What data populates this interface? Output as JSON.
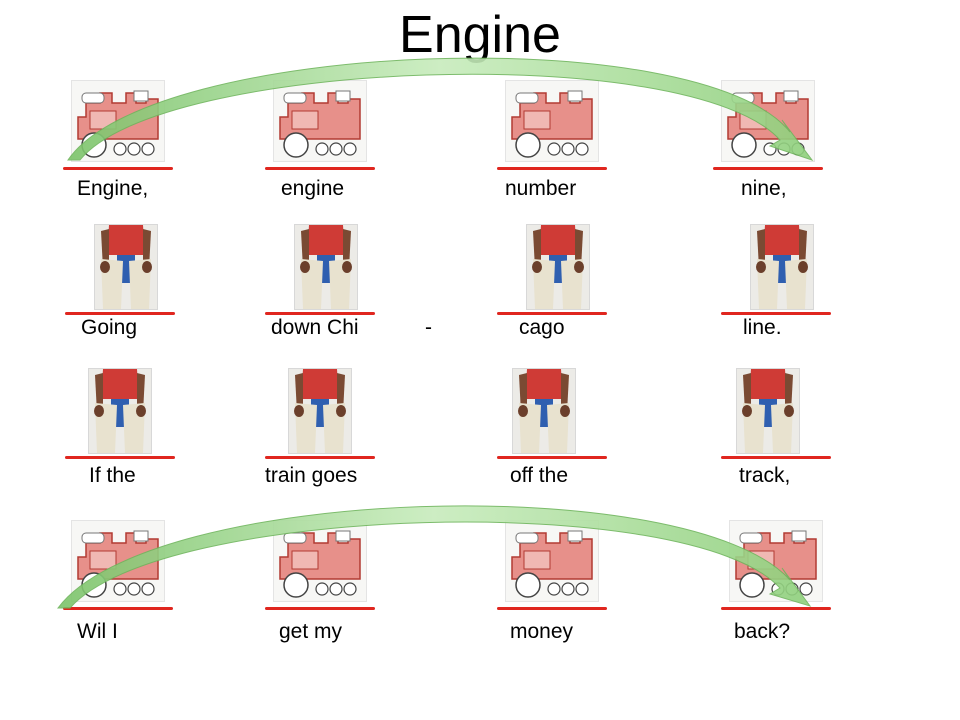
{
  "title": "Engine",
  "rows": [
    {
      "picture": "train",
      "words": [
        "Engine,",
        "engine",
        "number",
        "nine,"
      ],
      "extra": ""
    },
    {
      "picture": "seated-child",
      "words": [
        "Going",
        "down Chi",
        "cago",
        "line."
      ],
      "extra": "-"
    },
    {
      "picture": "seated-child",
      "words": [
        "If the",
        "train goes",
        "off the",
        "track,"
      ],
      "extra": ""
    },
    {
      "picture": "train",
      "words": [
        "Wil I",
        "get my",
        "money",
        "back?"
      ],
      "extra": ""
    }
  ],
  "colors": {
    "underline": "#e0261f",
    "arrow": "#b9e3ad",
    "train_fill": "#e7908a"
  },
  "icons": [
    "train-picture",
    "seated-child-picture",
    "curved-arrow"
  ]
}
